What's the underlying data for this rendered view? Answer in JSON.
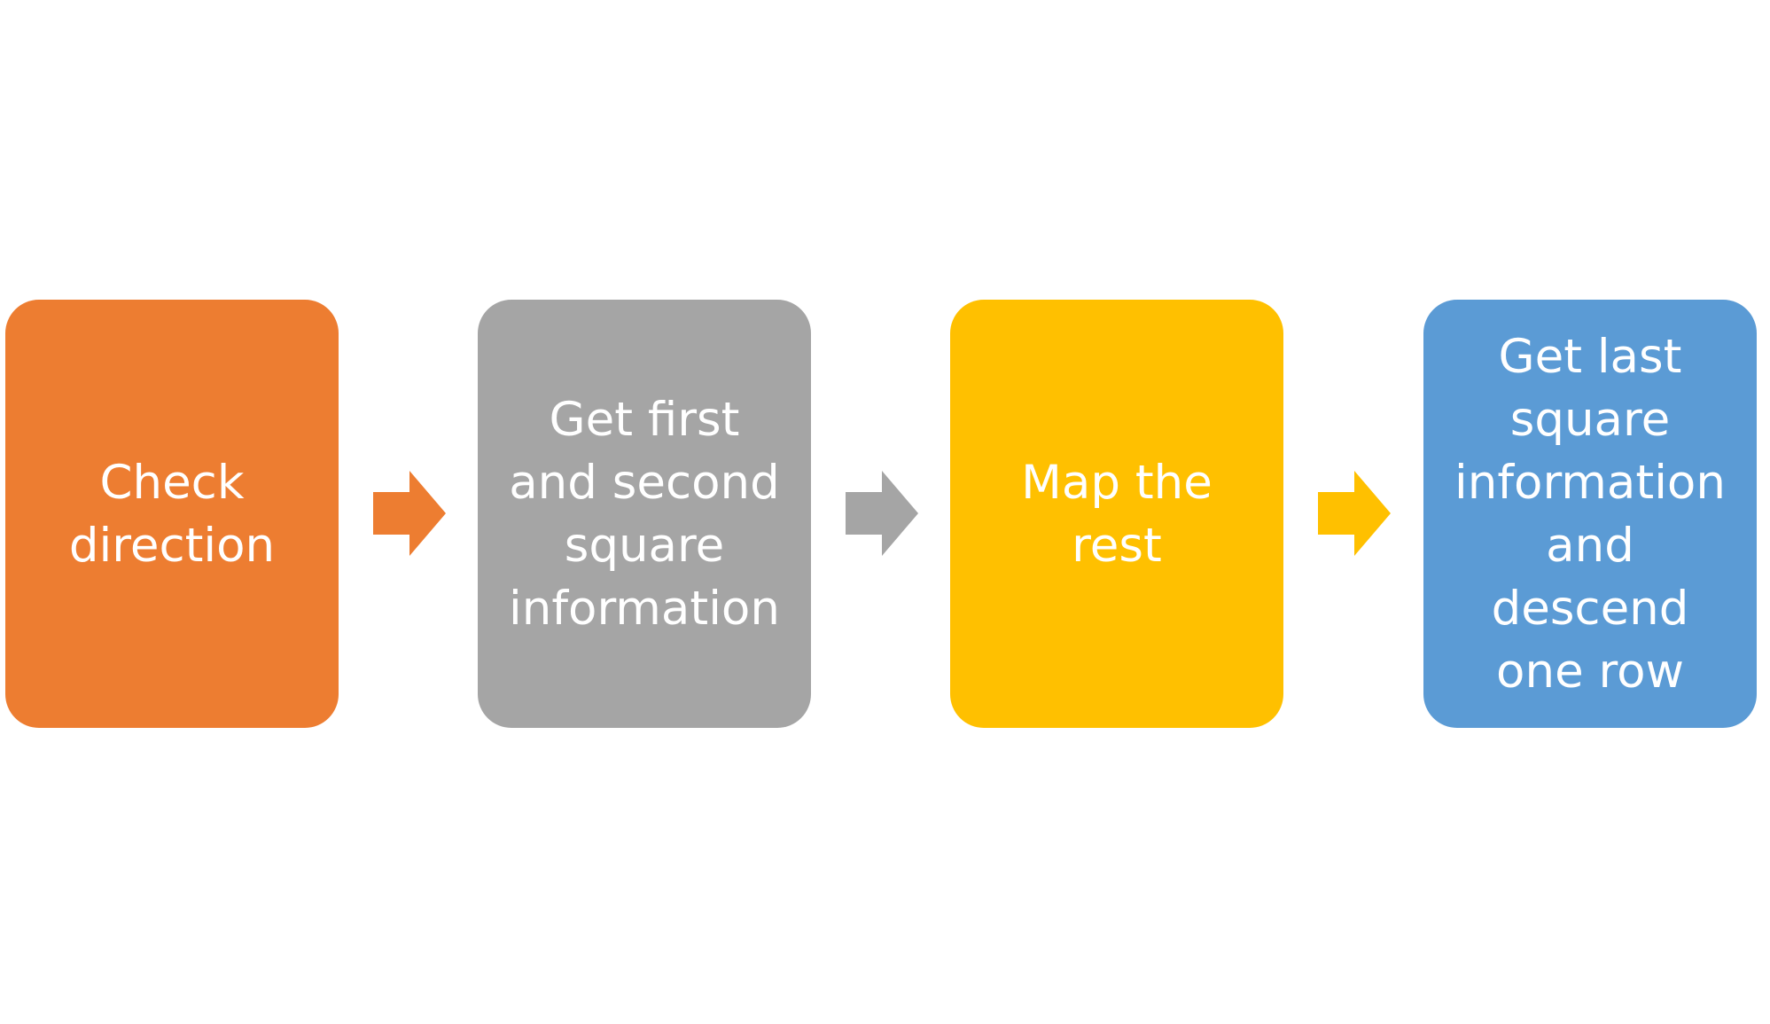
{
  "steps": [
    {
      "label": "Check\ndirection",
      "color": "#ED7D31"
    },
    {
      "label": "Get first\nand second\nsquare\ninformation",
      "color": "#A5A5A5"
    },
    {
      "label": "Map the\nrest",
      "color": "#FFC000"
    },
    {
      "label": "Get last\nsquare\ninformation\nand\ndescend\none row",
      "color": "#5B9BD5"
    }
  ],
  "arrows": [
    {
      "icon": "right-arrow-icon",
      "color": "#ED7D31"
    },
    {
      "icon": "right-arrow-icon",
      "color": "#A5A5A5"
    },
    {
      "icon": "right-arrow-icon",
      "color": "#FFC000"
    }
  ]
}
